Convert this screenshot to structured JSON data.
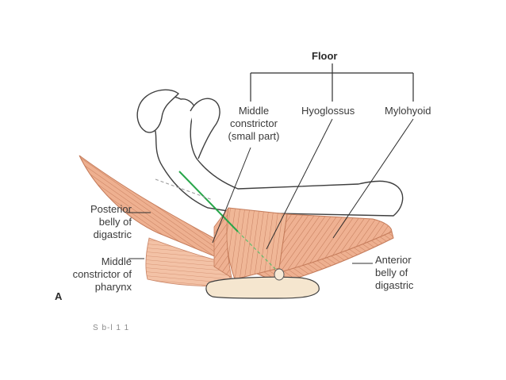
{
  "diagram": {
    "floor_title": "Floor",
    "labels": {
      "middle_constrictor_small_part": "Middle\nconstrictor\n(small part)",
      "hyoglossus": "Hyoglossus",
      "mylohyoid": "Mylohyoid",
      "posterior_belly_of_digastric": "Posterior\nbelly of\ndigastric",
      "middle_constrictor_of_pharynx": "Middle\nconstrictor of\npharynx",
      "anterior_belly_of_digastric": "Anterior\nbelly of\ndigastric"
    },
    "panel_letter": "A",
    "caption_fragment": "S  b-l  1    1"
  },
  "colors": {
    "muscle_fill": "#efb293",
    "muscle_line": "#c57c5b",
    "bone_outline": "#3f3f3f",
    "hyoid_fill": "#f5e6cf",
    "nerve_green": "#27a64a",
    "leader_line": "#2f2f2f"
  }
}
